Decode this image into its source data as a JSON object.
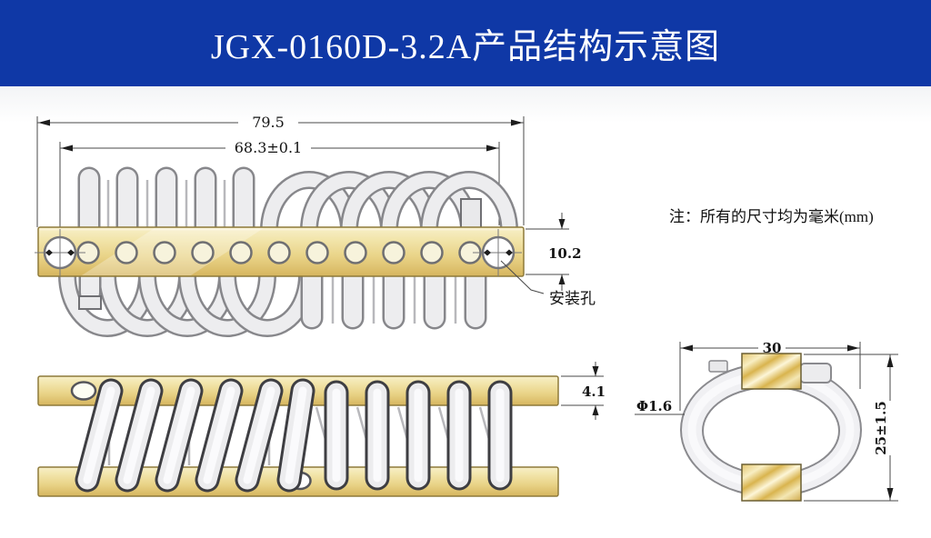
{
  "header": {
    "title": "JGX-0160D-3.2A产品结构示意图",
    "bg_color": "#0f38a6",
    "text_color": "#ffffff"
  },
  "note": {
    "text": "注：所有的尺寸均为毫米(mm)"
  },
  "top_view": {
    "dims": {
      "total_width": "79.5",
      "mount_hole_span": "68.3±0.1",
      "bar_width": "10.2"
    },
    "labels": {
      "mounting_hole": "安装孔"
    },
    "small_hole_count": 11
  },
  "side_view": {
    "dims": {
      "bar_thickness": "4.1"
    }
  },
  "end_view": {
    "dims": {
      "width": "30",
      "wire_diameter": "Φ1.6",
      "height": "25±1.5"
    }
  },
  "colors": {
    "header_bg": "#0f38a6",
    "header_text": "#ffffff",
    "brass": "#ecd78e",
    "wire": "#ececee",
    "outline": "#3e3e42",
    "dimension_line": "#4a4a4a"
  }
}
